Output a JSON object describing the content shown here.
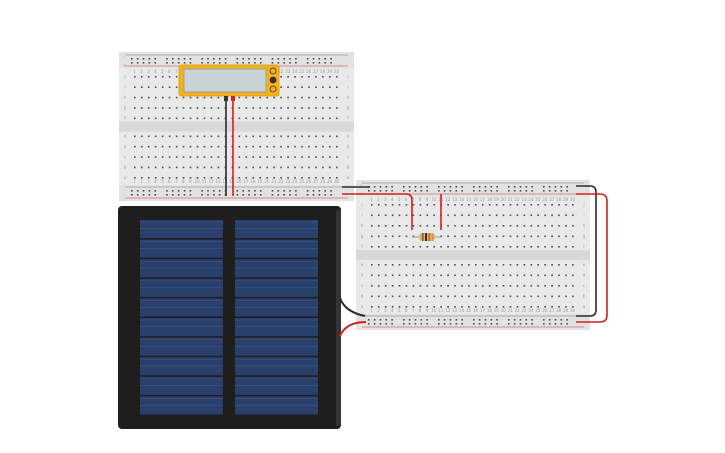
{
  "canvas": {
    "background": "#ffffff"
  },
  "breadboards": [
    {
      "id": "breadboard-1",
      "row_letters_top": [
        "j",
        "i",
        "h",
        "g",
        "f"
      ],
      "row_letters_bottom": [
        "e",
        "d",
        "c",
        "b",
        "a"
      ],
      "columns": 30,
      "rail_marks": [
        "+",
        "-"
      ]
    },
    {
      "id": "breadboard-2",
      "row_letters_top": [
        "j",
        "i",
        "h",
        "g",
        "f"
      ],
      "row_letters_bottom": [
        "e",
        "d",
        "c",
        "b",
        "a"
      ],
      "columns": 30,
      "rail_marks": [
        "+",
        "-"
      ]
    }
  ],
  "multimeter": {
    "display_value": "",
    "knob_positions": 3,
    "probe_colors": {
      "black": "#333333",
      "red": "#cc2222"
    }
  },
  "solar_panel": {
    "cell_columns": 2,
    "cell_rows": 10
  },
  "resistor": {
    "bands": [
      "#8b5a2b",
      "#111111",
      "#cc6b1a",
      "#c8a040"
    ]
  },
  "colors": {
    "board": "#e9e9e9",
    "board_channel": "#d8d8d8",
    "hole": "#4a4a4a",
    "rail_red": "#d33",
    "rail_blue": "#555",
    "wire_red": "#d42020",
    "wire_black": "#2b2b2b",
    "multimeter_body": "#f5b21b",
    "lcd": "#c9d3d3",
    "panel_frame": "#1e1e1e",
    "panel_cell": "#2b3f6b",
    "panel_line": "#4b5f8f"
  }
}
